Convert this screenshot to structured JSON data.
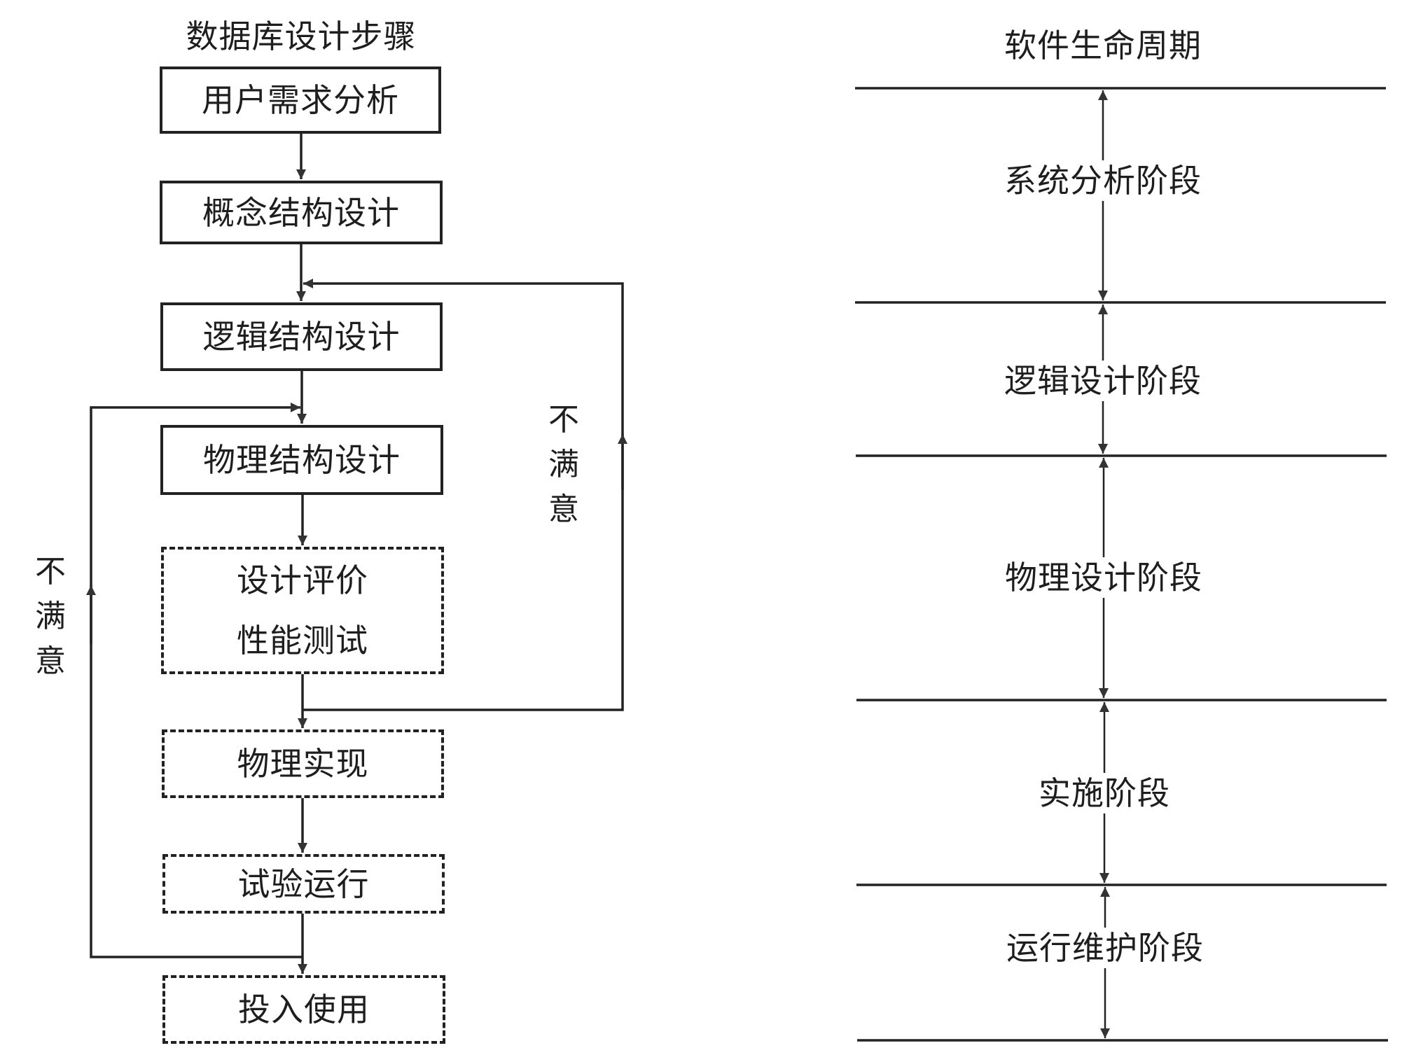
{
  "left_diagram": {
    "title": "数据库设计步骤",
    "steps": [
      {
        "label": "用户需求分析",
        "style": "solid"
      },
      {
        "label": "概念结构设计",
        "style": "solid"
      },
      {
        "label": "逻辑结构设计",
        "style": "solid"
      },
      {
        "label": "物理结构设计",
        "style": "solid"
      },
      {
        "label_line1": "设计评价",
        "label_line2": "性能测试",
        "style": "dashed"
      },
      {
        "label": "物理实现",
        "style": "dashed"
      },
      {
        "label": "试验运行",
        "style": "dashed"
      },
      {
        "label": "投入使用",
        "style": "dashed"
      }
    ],
    "feedback_right": {
      "text": [
        "不",
        "满",
        "意"
      ],
      "from": "设计评价/性能测试",
      "to": "逻辑结构设计"
    },
    "feedback_left": {
      "text": [
        "不",
        "满",
        "意"
      ],
      "from": "试验运行",
      "to": "物理结构设计"
    }
  },
  "right_diagram": {
    "title": "软件生命周期",
    "stages": [
      "系统分析阶段",
      "逻辑设计阶段",
      "物理设计阶段",
      "实施阶段",
      "运行维护阶段"
    ]
  },
  "colors": {
    "ink": "#222222",
    "background": "#ffffff"
  }
}
